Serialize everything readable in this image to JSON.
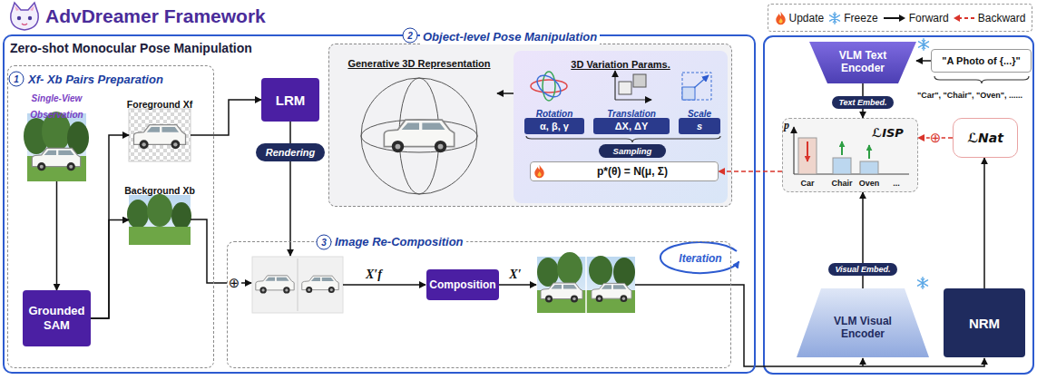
{
  "diagram": {
    "title": "AdvDreamer Framework",
    "nodes": [
      {
        "text": [
          "Zero-shot Monocular Pose Manipulation"
        ]
      },
      {
        "text": [
          "Xf- Xb Pairs Preparation"
        ],
        "in": 0
      },
      {
        "text": [
          "Single-View Observation"
        ],
        "in": 1
      },
      {
        "text": [
          "Foreground Xf"
        ],
        "in": 1
      },
      {
        "text": [
          "Background Xb"
        ],
        "in": 1
      },
      {
        "text": [
          "Grounded SAM"
        ],
        "in": 1
      },
      {
        "text": [
          "LRM"
        ],
        "in": 0
      },
      {
        "text": [
          "Rendering"
        ],
        "in": 0
      },
      {
        "text": [
          "Object-level Pose Manipulation"
        ],
        "in": 0
      },
      {
        "text": [
          "Generative 3D Representation"
        ],
        "in": 8
      },
      {
        "text": [
          "3D Variation Params."
        ],
        "in": 8
      },
      {
        "text": [
          "Rotation",
          "α, β, γ"
        ],
        "in": 10
      },
      {
        "text": [
          "Translation",
          "ΔX, ΔY"
        ],
        "in": 10
      },
      {
        "text": [
          "Scale",
          "s"
        ],
        "in": 10
      },
      {
        "text": [
          "Sampling"
        ],
        "in": 10
      },
      {
        "text": [
          "p*(θ) = N(μ, Σ)"
        ],
        "in": 10
      },
      {
        "text": [
          "Image Re-Composition"
        ],
        "in": 0
      },
      {
        "text": [
          "Composition"
        ],
        "in": 16
      },
      {
        "text": [
          "VLM Text Encoder"
        ]
      },
      {
        "text": [
          "\"A Photo of {...}\""
        ]
      },
      {
        "text": [
          "Text Embed."
        ]
      },
      {
        "text": [
          "ℒISP"
        ]
      },
      {
        "text": [
          "ℒNat"
        ]
      },
      {
        "text": [
          "Visual Embed."
        ]
      },
      {
        "text": [
          "VLM Visual Encoder"
        ]
      },
      {
        "text": [
          "NRM"
        ]
      }
    ],
    "edges": [
      {
        "from": 2,
        "to": 5,
        "arrow": "to"
      },
      {
        "from": 5,
        "to": 3,
        "arrow": "to"
      },
      {
        "from": 5,
        "to": 4,
        "arrow": "to"
      },
      {
        "from": 3,
        "to": 6,
        "arrow": "to"
      },
      {
        "from": 6,
        "to": 7,
        "arrow": "none"
      },
      {
        "from": 10,
        "to": 9,
        "arrow": "to"
      },
      {
        "from": 21,
        "to": 15,
        "arrow": "to"
      },
      {
        "from": 19,
        "to": 18,
        "arrow": "to"
      },
      {
        "from": 18,
        "to": 20,
        "arrow": "none"
      },
      {
        "from": 20,
        "to": 21,
        "arrow": "to"
      },
      {
        "from": 24,
        "to": 23,
        "arrow": "none"
      },
      {
        "from": 23,
        "to": 21,
        "arrow": "to"
      },
      {
        "from": 25,
        "to": 22,
        "arrow": "to"
      },
      {
        "from": 22,
        "to": 21,
        "arrow": "to",
        "label": "⊕"
      }
    ],
    "labels": [
      "1",
      "2",
      "3",
      "⊕",
      "X′f",
      "X′",
      "Iteration",
      "p",
      "Car",
      "Chair",
      "Oven",
      "...",
      "\"Car\", \"Chair\", \"Oven\", ......"
    ],
    "legend": [
      {
        "text": "Update"
      },
      {
        "text": "Freeze"
      },
      {
        "text": "Forward"
      },
      {
        "text": "Backward"
      }
    ]
  }
}
